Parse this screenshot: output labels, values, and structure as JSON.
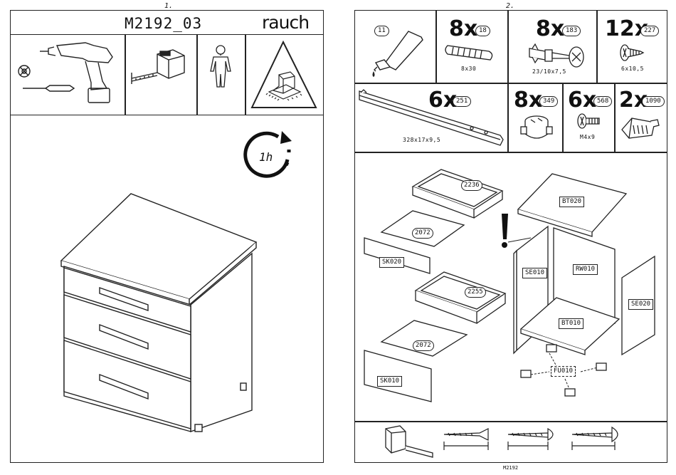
{
  "page1": {
    "number": "1.",
    "model": "M2192_03",
    "brand": "rauch",
    "time": "1h"
  },
  "page2": {
    "number": "2.",
    "hardware": [
      {
        "id": "glue",
        "code": "11",
        "qty": "",
        "dims": ""
      },
      {
        "id": "dowel",
        "code": "18",
        "qty": "8x",
        "dims": "8x30"
      },
      {
        "id": "connector",
        "code": "183",
        "qty": "8x",
        "dims": "23/10x7,5"
      },
      {
        "id": "screw",
        "code": "227",
        "qty": "12x",
        "dims": "6x10,5"
      },
      {
        "id": "rail",
        "code": "251",
        "qty": "6x",
        "dims": "328x17x9,5"
      },
      {
        "id": "cam",
        "code": "349",
        "qty": "8x",
        "dims": ""
      },
      {
        "id": "bolt",
        "code": "568",
        "qty": "6x",
        "dims": "M4x9"
      },
      {
        "id": "foot",
        "code": "1090",
        "qty": "2x",
        "dims": ""
      }
    ],
    "parts": {
      "drawer_box_top": "2236",
      "drawer_bottom_top": "2072",
      "front_top": "SK020",
      "drawer_box_bottom": "2255",
      "drawer_bottom_bottom": "2072",
      "front_bottom": "SK010",
      "top_panel": "BT020",
      "side_left": "SE010",
      "back_panel": "RW010",
      "base_panel": "BT010",
      "side_right": "SE020",
      "feet": "FU010"
    },
    "footer": "M2192"
  }
}
